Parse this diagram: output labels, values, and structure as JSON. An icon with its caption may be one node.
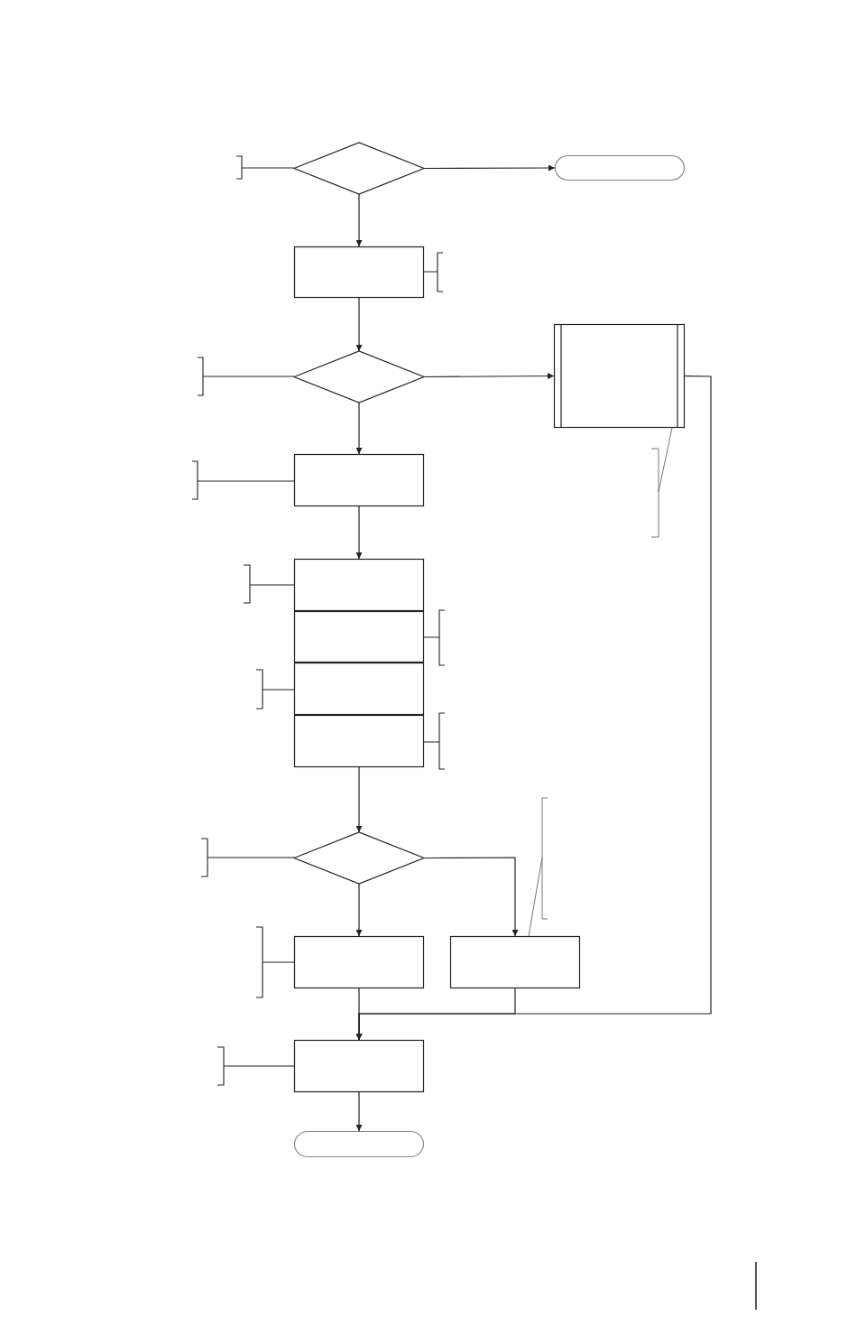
{
  "diagram": {
    "nodes": [
      {
        "text": [],
        "shape": "diamond"
      },
      {
        "text": [],
        "shape": "terminal"
      },
      {
        "text": [],
        "shape": "box"
      },
      {
        "text": [],
        "shape": "diamond"
      },
      {
        "text": [],
        "shape": "subroutine"
      },
      {
        "text": [],
        "shape": "box"
      },
      {
        "text": [],
        "shape": "box"
      },
      {
        "text": [],
        "shape": "box"
      },
      {
        "text": [],
        "shape": "box"
      },
      {
        "text": [],
        "shape": "box"
      },
      {
        "text": [],
        "shape": "diamond"
      },
      {
        "text": [],
        "shape": "box"
      },
      {
        "text": [],
        "shape": "box"
      },
      {
        "text": [],
        "shape": "box"
      },
      {
        "text": [],
        "shape": "terminal"
      }
    ],
    "edges": [
      {
        "from": 0,
        "to": 1,
        "arrow": "to"
      },
      {
        "from": 0,
        "to": 2,
        "arrow": "to"
      },
      {
        "from": 2,
        "to": 3,
        "arrow": "to"
      },
      {
        "from": 3,
        "to": 4,
        "arrow": "to"
      },
      {
        "from": 3,
        "to": 5,
        "arrow": "to"
      },
      {
        "from": 5,
        "to": 6,
        "arrow": "to"
      },
      {
        "from": 9,
        "to": 10,
        "arrow": "to"
      },
      {
        "from": 10,
        "to": 11,
        "arrow": "to"
      },
      {
        "from": 10,
        "to": 12,
        "arrow": "to"
      },
      {
        "from": 11,
        "to": 13,
        "arrow": "to"
      },
      {
        "from": 12,
        "to": 13,
        "arrow": "to"
      },
      {
        "from": 4,
        "to": 13,
        "arrow": "to"
      },
      {
        "from": 13,
        "to": 14,
        "arrow": "to"
      }
    ]
  }
}
